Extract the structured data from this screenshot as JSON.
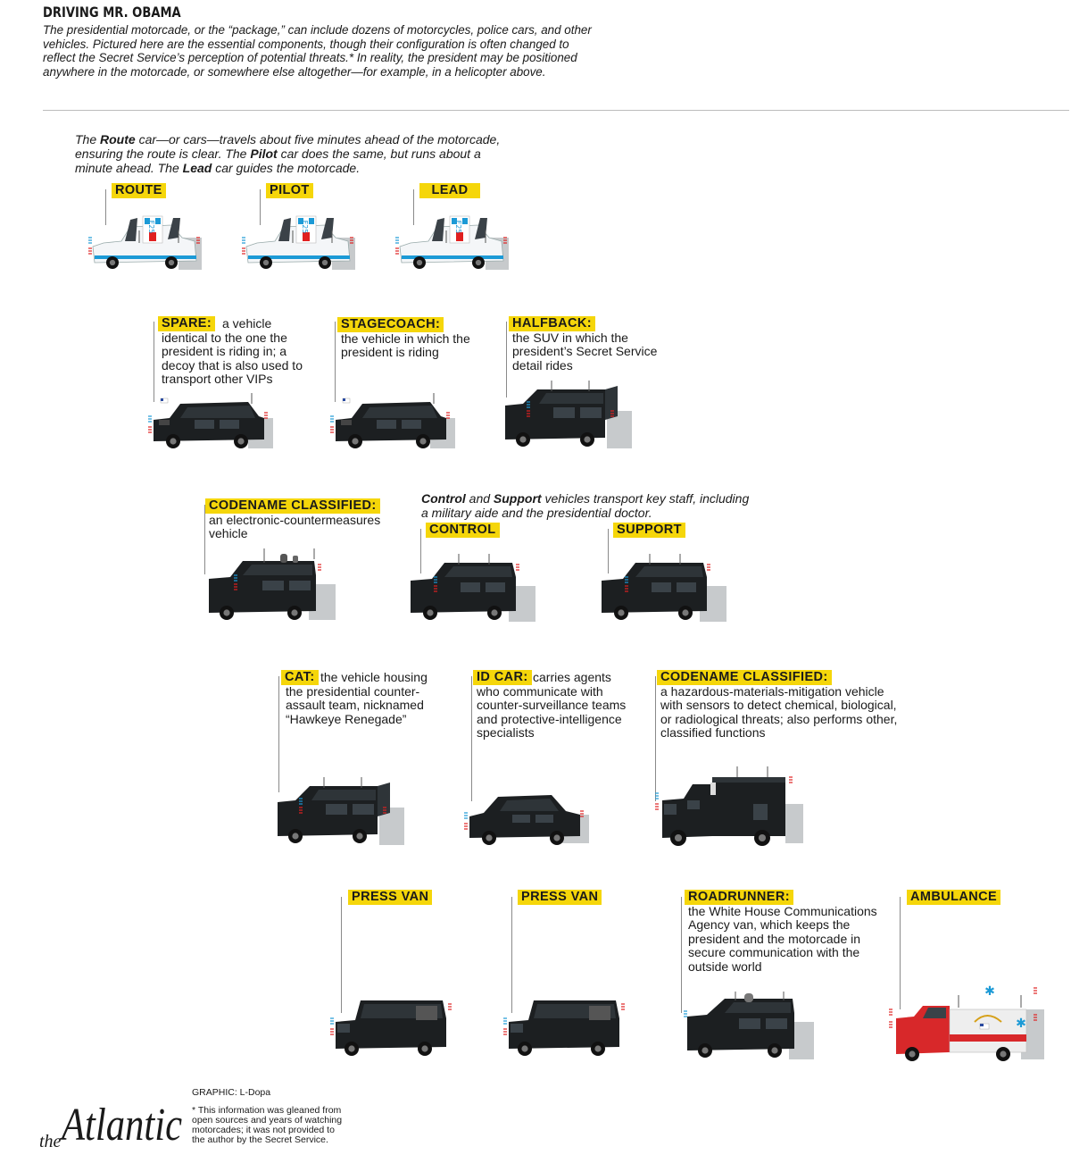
{
  "header": {
    "title": "DRIVING MR. OBAMA",
    "intro": "The presidential motorcade, or the “package,” can include dozens of motorcycles, police cars, and other vehicles. Pictured here are the essential components, though their configuration is often changed to reflect the Secret Service’s perception of potential threats.* In reality, the president may be positioned anywhere in the motorcade, or somewhere else altogether—for example, in a helicopter above."
  },
  "captions": {
    "route_pre": "The ",
    "route_word": "Route",
    "route_mid": " car—or cars—travels about five minutes ahead of the motorcade, ensuring the route is clear. The ",
    "pilot_word": "Pilot",
    "pilot_mid": " car does the same, but runs about a minute ahead. The ",
    "lead_word": "Lead",
    "lead_post": " car guides the motorcade.",
    "control_word": "Control",
    "control_mid": " and ",
    "support_word": "Support",
    "support_post": " vehicles transport key staff, including a military aide and the presidential doctor."
  },
  "vehicles": {
    "route": {
      "label": "ROUTE"
    },
    "pilot": {
      "label": "PILOT"
    },
    "lead": {
      "label": "LEAD"
    },
    "spare": {
      "label": "SPARE:",
      "desc_first": "a vehicle",
      "desc": "identical to the one the president is riding in; a decoy that is also used to transport other VIPs"
    },
    "stagecoach": {
      "label": "STAGECOACH:",
      "desc": "the vehicle in which the president is riding"
    },
    "halfback": {
      "label": "HALFBACK:",
      "desc": "the SUV in which the president’s Secret Service detail rides"
    },
    "classified1": {
      "label": "CODENAME CLASSIFIED:",
      "desc": "an electronic-countermeasures vehicle"
    },
    "control": {
      "label": "CONTROL"
    },
    "support": {
      "label": "SUPPORT"
    },
    "cat": {
      "label": "CAT:",
      "desc_first": "the vehicle housing",
      "desc": "the presidential counter-assault team, nicknamed “Hawkeye Renegade”"
    },
    "idcar": {
      "label": "ID CAR:",
      "desc_first": "carries agents",
      "desc": "who communicate with counter-surveillance teams and protective-intelligence specialists"
    },
    "classified2": {
      "label": "CODENAME CLASSIFIED:",
      "desc": "a hazardous-materials-mitigation vehicle with sensors to detect chemical, biological, or radiological threats; also performs other, classified functions"
    },
    "press1": {
      "label": "PRESS VAN"
    },
    "press2": {
      "label": "PRESS VAN"
    },
    "roadrunner": {
      "label": "ROADRUNNER:",
      "desc": "the White House Communications Agency van, which keeps the president and the motorcade in secure communication with the outside world"
    },
    "ambulance": {
      "label": "AMBULANCE"
    }
  },
  "police_car_number": "F25",
  "footer": {
    "credit": "GRAPHIC: L-Dopa",
    "footnote": "* This information was gleaned from open sources and years of watching motorcades; it was not provided to the author by the Secret Service.",
    "logo_the": "the",
    "logo_word": "Atlantic"
  },
  "colors": {
    "highlight": "#f5d60a",
    "vehicle_black": "#1c1f21",
    "vehicle_dark": "#2e3438",
    "vehicle_window": "#3a4248",
    "police_blue": "#1c9ad6",
    "siren_red": "#e02020",
    "shadow": "#c7cacc",
    "ambulance_red": "#d8282a"
  }
}
